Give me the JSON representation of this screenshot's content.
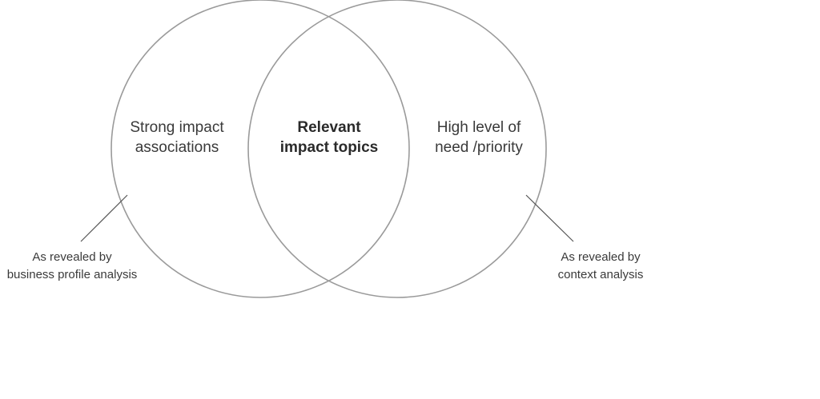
{
  "diagram": {
    "colors": {
      "circle_stroke": "#9a9a9a",
      "leader_stroke": "#555555",
      "text": "#3a3a3a",
      "text_bold": "#2a2a2a"
    },
    "left_circle": {
      "lines": [
        "Strong impact",
        "associations"
      ]
    },
    "intersection": {
      "lines": [
        "Relevant",
        "impact topics"
      ]
    },
    "right_circle": {
      "lines": [
        "High level of",
        "need /priority"
      ]
    },
    "left_note": {
      "lines": [
        "As revealed by",
        "business profile analysis"
      ]
    },
    "right_note": {
      "lines": [
        "As revealed by",
        "context analysis"
      ]
    }
  }
}
